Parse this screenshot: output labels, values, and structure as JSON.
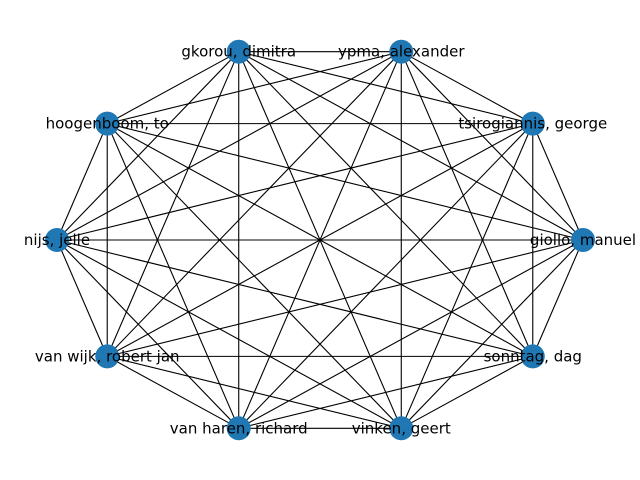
{
  "graph": {
    "type": "complete-graph",
    "node_color": "#1f77b4",
    "edge_color": "#000000",
    "nodes": [
      {
        "label": "ypma, alexander"
      },
      {
        "label": "tsirogiannis, george"
      },
      {
        "label": "giollo, manuel"
      },
      {
        "label": "sonntag, dag"
      },
      {
        "label": "vinken, geert"
      },
      {
        "label": "van haren, richard"
      },
      {
        "label": "van wijk, robert jan"
      },
      {
        "label": "nijs, jelle"
      },
      {
        "label": "hoogenboom, to"
      },
      {
        "label": "gkorou, dimitra"
      }
    ]
  }
}
